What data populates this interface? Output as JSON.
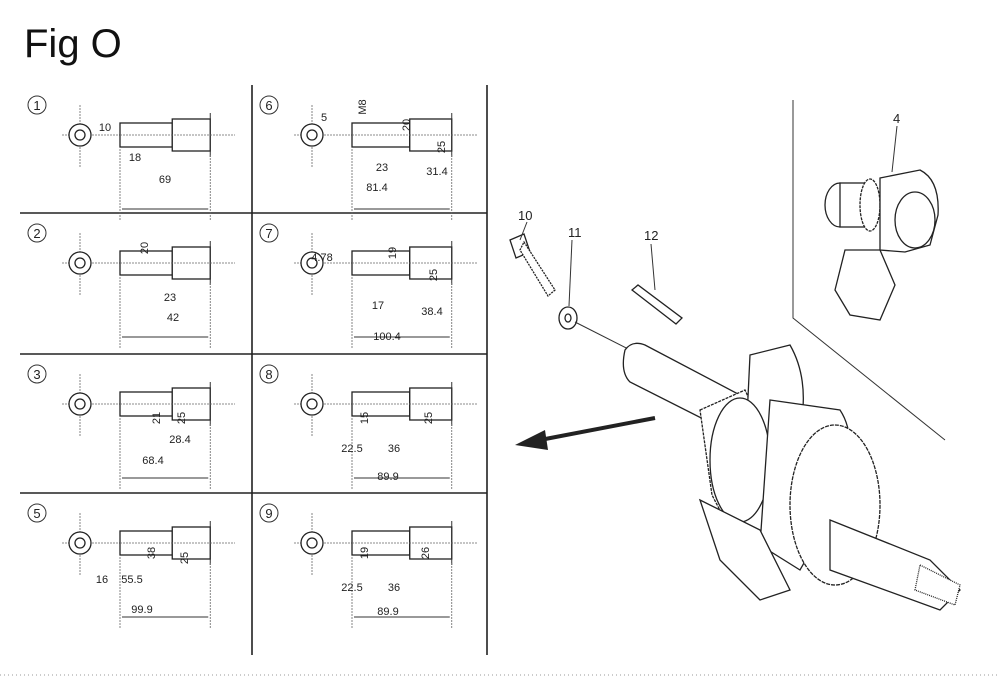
{
  "figure": {
    "title": "Fig O"
  },
  "panels": [
    {
      "number": "1",
      "dims": [
        "10",
        "18",
        "69"
      ]
    },
    {
      "number": "6",
      "dims": [
        "5",
        "M8",
        "20",
        "25",
        "23",
        "31.4",
        "81.4"
      ]
    },
    {
      "number": "2",
      "dims": [
        "20",
        "23",
        "42"
      ]
    },
    {
      "number": "7",
      "dims": [
        "4.78",
        "19",
        "25",
        "17",
        "38.4",
        "100.4"
      ]
    },
    {
      "number": "3",
      "dims": [
        "21",
        "25",
        "28.4",
        "68.4"
      ]
    },
    {
      "number": "8",
      "dims": [
        "15",
        "25",
        "22.5",
        "36",
        "89.9"
      ]
    },
    {
      "number": "5",
      "dims": [
        "38",
        "25",
        "16",
        "55.5",
        "99.9"
      ]
    },
    {
      "number": "9",
      "dims": [
        "19",
        "26",
        "22.5",
        "36",
        "89.9"
      ]
    }
  ],
  "callouts": {
    "crankshaft": "4",
    "bolt": "10",
    "washer": "11",
    "key": "12"
  }
}
